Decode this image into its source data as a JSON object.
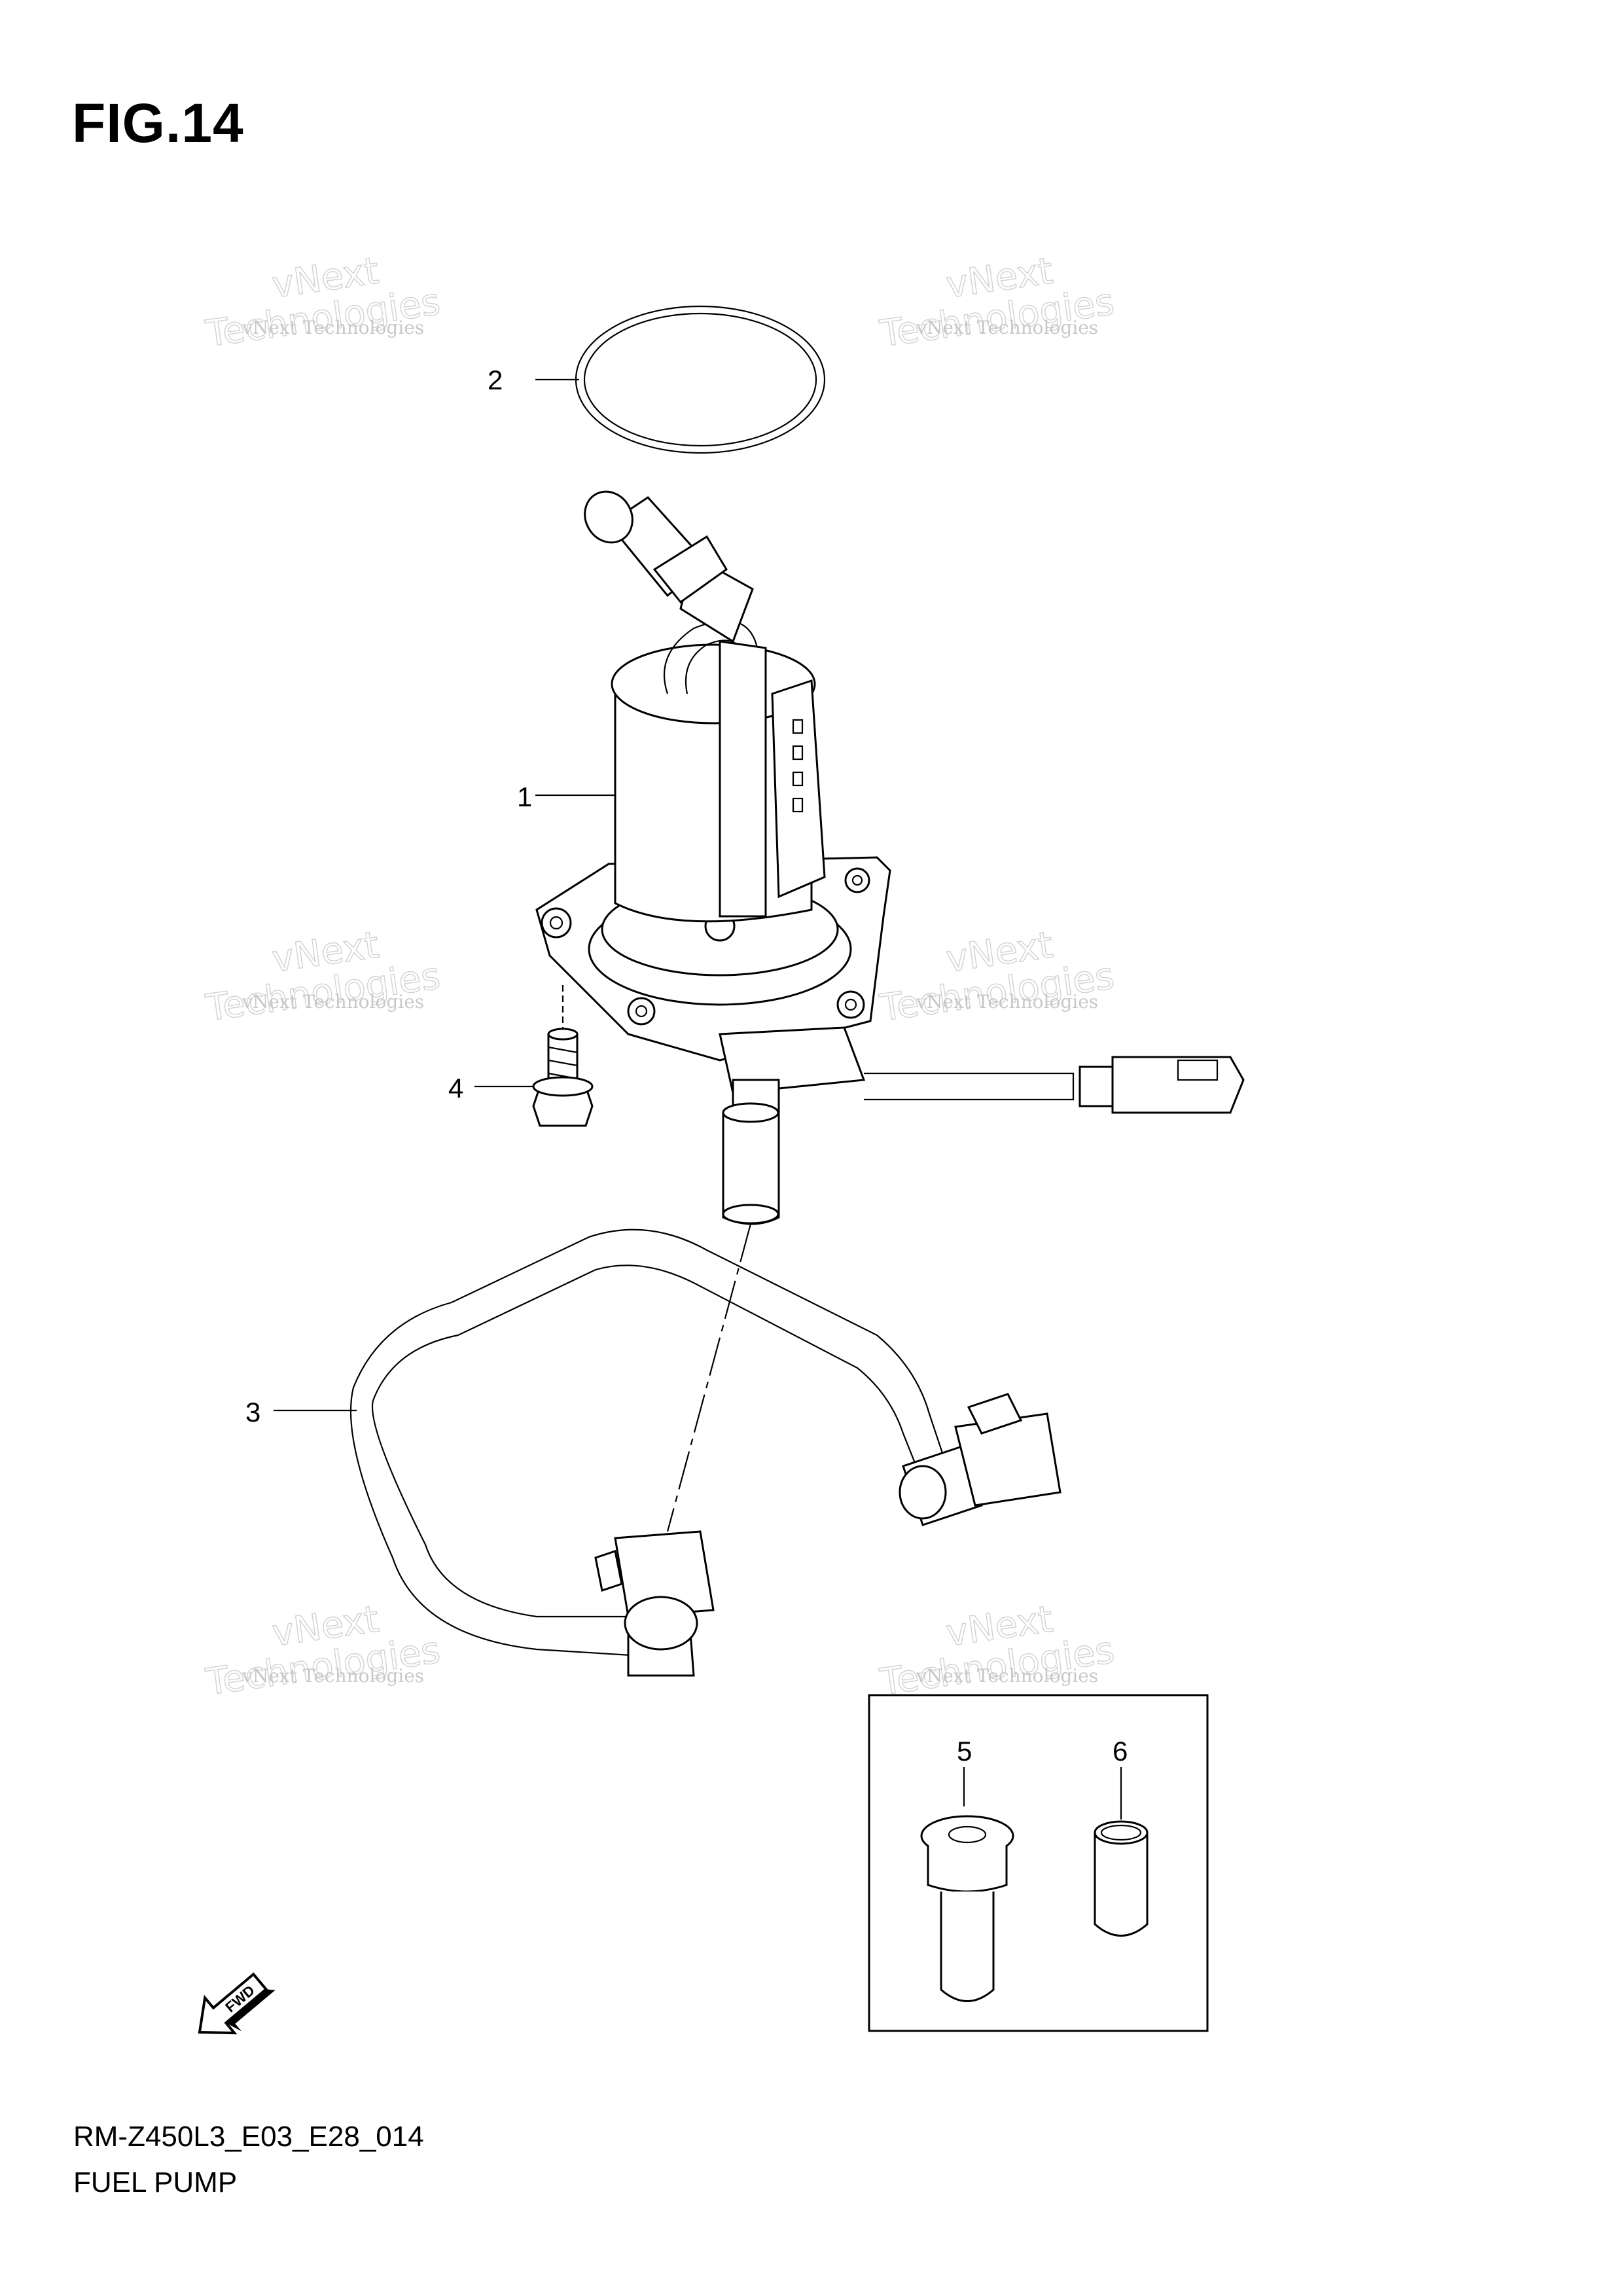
{
  "figure": {
    "title": "FIG.14",
    "model_code": "RM-Z450L3_E03_E28_014",
    "name": "FUEL PUMP"
  },
  "callouts": [
    {
      "id": "1",
      "label": "1"
    },
    {
      "id": "2",
      "label": "2"
    },
    {
      "id": "3",
      "label": "3"
    },
    {
      "id": "4",
      "label": "4"
    },
    {
      "id": "5",
      "label": "5"
    },
    {
      "id": "6",
      "label": "6"
    }
  ],
  "direction_marker": {
    "label": "FWD",
    "icon": "fwd-arrow-icon"
  },
  "watermark": {
    "line1": "vNext Technologies",
    "line2": "Technologies",
    "line3": "vNext"
  },
  "colors": {
    "ink": "#000000",
    "watermark": "#c8c8c8",
    "background": "#ffffff"
  }
}
